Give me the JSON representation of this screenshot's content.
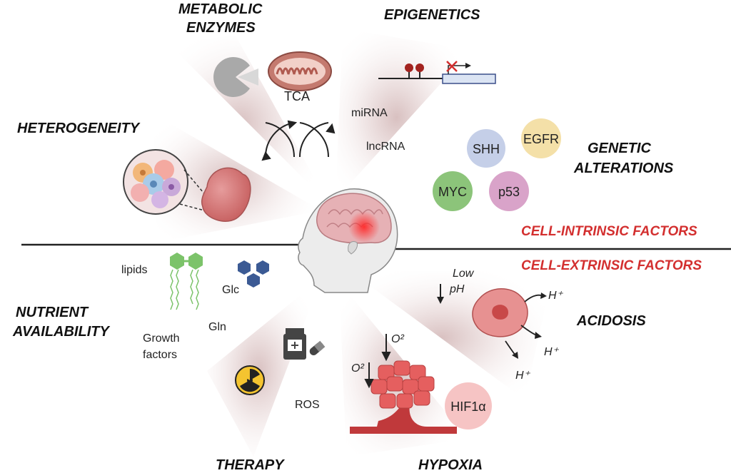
{
  "sections": {
    "metabolic": [
      "METABOLIC",
      "ENZYMES"
    ],
    "epigenetics": "EPIGENETICS",
    "heterogeneity": "HETEROGENEITY",
    "genetic": [
      "GENETIC",
      "ALTERATIONS"
    ],
    "nutrient": [
      "NUTRIENT",
      "AVAILABILITY"
    ],
    "acidosis": "ACIDOSIS",
    "therapy": "THERAPY",
    "hypoxia": "HYPOXIA"
  },
  "factors": {
    "intrinsic": "CELL-INTRINSIC FACTORS",
    "extrinsic": "CELL-EXTRINSIC FACTORS"
  },
  "labels": {
    "tca": "TCA",
    "mirna": "miRNA",
    "lncrna": "lncRNA",
    "lipids": "lipids",
    "glc": "Glc",
    "gln": "Gln",
    "growth_factors": [
      "Growth",
      "factors"
    ],
    "ros": "ROS",
    "low_ph": [
      "Low",
      "pH"
    ],
    "hplus": "H⁺",
    "o2": "O²",
    "hif1a": "HIF1α"
  },
  "genes": [
    {
      "name": "SHH",
      "color": "#c5cfe8"
    },
    {
      "name": "EGFR",
      "color": "#f4e0a8"
    },
    {
      "name": "MYC",
      "color": "#8cc47a"
    },
    {
      "name": "p53",
      "color": "#d9a3c9"
    }
  ],
  "colors": {
    "accent_red": "#d32f2f",
    "hif_bubble": "#f6c4c4"
  }
}
